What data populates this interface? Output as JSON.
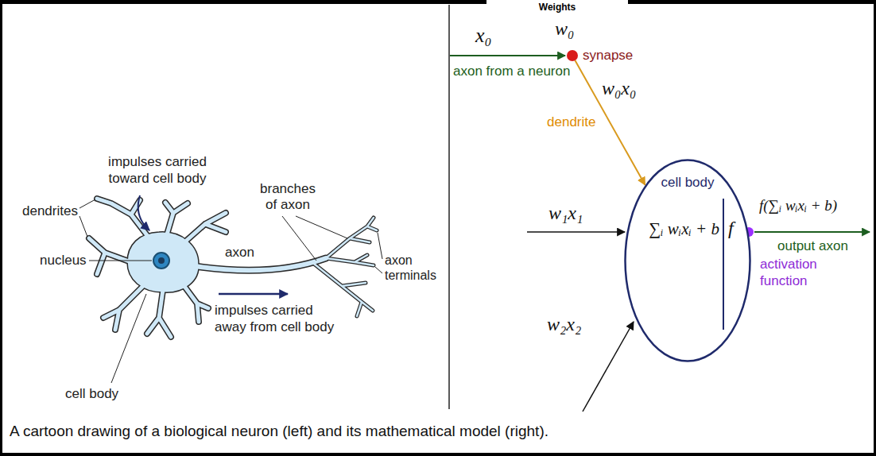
{
  "diagram": {
    "caption": "A cartoon drawing of a biological neuron (left) and its mathematical model (right).",
    "nodes": [
      {
        "text": [
          "w₀",
          "synapse"
        ]
      },
      {
        "text": [
          "cell body",
          "∑ᵢ wᵢxᵢ + b",
          "f"
        ]
      }
    ],
    "edges": [
      {
        "from": 0,
        "to": 1,
        "arrow": "to",
        "label": "dendrite"
      }
    ],
    "labels": [
      "Weights",
      "impulses carried toward cell body",
      "dendrites",
      "nucleus",
      "cell body",
      "axon",
      "branches of axon",
      "axon terminals",
      "impulses carried away from cell body",
      "x₀",
      "axon from a neuron",
      "w₀x₀",
      "w₁x₁",
      "w₂x₂",
      "f(∑ᵢ wᵢxᵢ + b)",
      "output axon",
      "activation function"
    ]
  }
}
